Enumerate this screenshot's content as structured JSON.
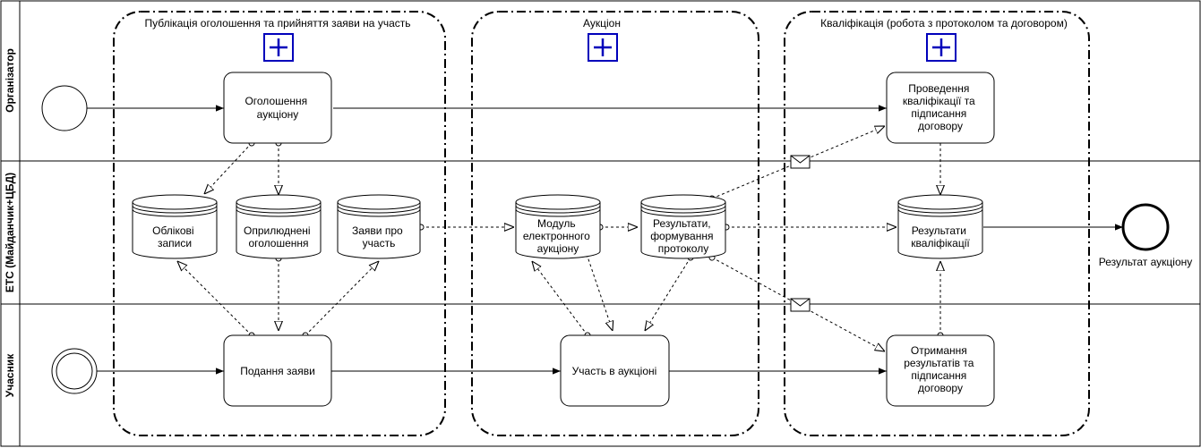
{
  "lanes": [
    {
      "id": "organizer",
      "title": "Організатор"
    },
    {
      "id": "ets",
      "title": "ЕТС (Майданчик+ЦБД)"
    },
    {
      "id": "participant",
      "title": "Учасник"
    }
  ],
  "subprocesses": [
    {
      "id": "sp1",
      "title": "Публікація оголошення та прийняття заяви на участь",
      "marker": "+"
    },
    {
      "id": "sp2",
      "title": "Аукціон",
      "marker": "+"
    },
    {
      "id": "sp3",
      "title": "Кваліфікація (робота з протоколом та договором)",
      "marker": "+"
    }
  ],
  "tasks": [
    {
      "id": "t_announce",
      "lines": [
        "Оголошення",
        "аукціону"
      ]
    },
    {
      "id": "t_submit",
      "lines": [
        "Подання заяви"
      ]
    },
    {
      "id": "t_participate",
      "lines": [
        "Участь в аукціоні"
      ]
    },
    {
      "id": "t_qualify",
      "lines": [
        "Проведення",
        "кваліфікації та",
        "підписання",
        "договору"
      ]
    },
    {
      "id": "t_receive",
      "lines": [
        "Отримання",
        "результатів та",
        "підписання",
        "договору"
      ]
    }
  ],
  "datastores": [
    {
      "id": "ds_records",
      "lines": [
        "Облікові",
        "записи"
      ]
    },
    {
      "id": "ds_published",
      "lines": [
        "Оприлюднені",
        "оголошення"
      ]
    },
    {
      "id": "ds_applications",
      "lines": [
        "Заяви про",
        "участь"
      ]
    },
    {
      "id": "ds_module",
      "lines": [
        "Модуль",
        "електронного",
        "аукціону"
      ]
    },
    {
      "id": "ds_results",
      "lines": [
        "Результати,",
        "формування",
        "протоколу"
      ]
    },
    {
      "id": "ds_qualres",
      "lines": [
        "Результати",
        "кваліфікації"
      ]
    }
  ],
  "end_event": {
    "label": "Результат аукціону"
  },
  "colors": {
    "stroke": "#000000",
    "marker": "#0000bb",
    "fill": "#ffffff"
  }
}
